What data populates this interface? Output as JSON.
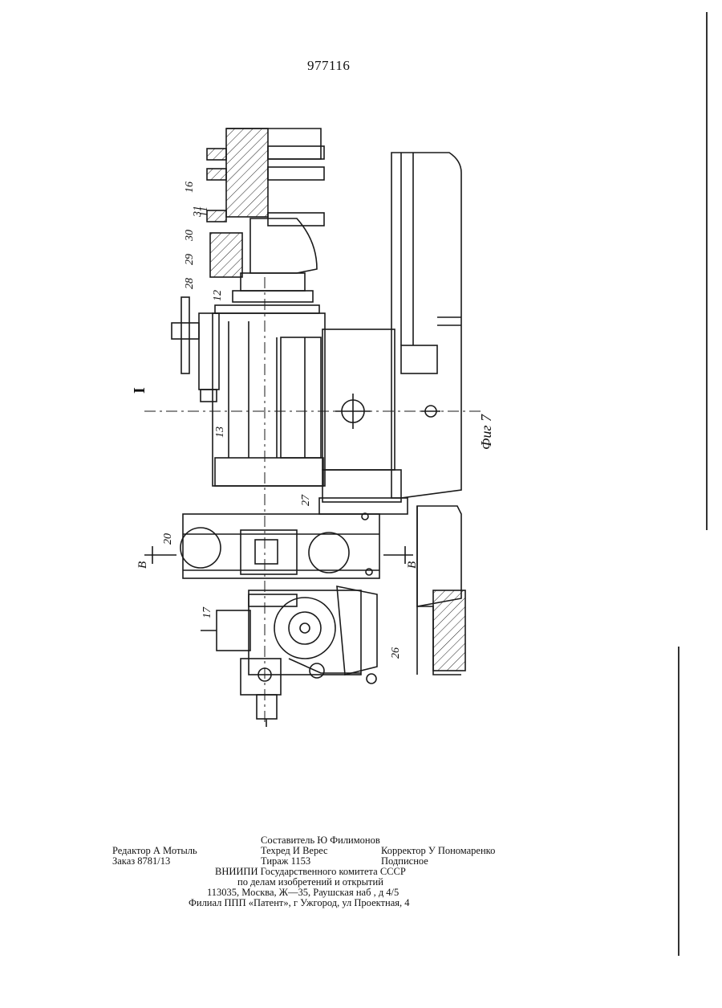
{
  "header": {
    "patent_number": "977116"
  },
  "figure": {
    "caption": "Фиг 7",
    "view_marker": "I",
    "section_marker_left": "B",
    "section_marker_right": "B",
    "part_labels": [
      "31",
      "16",
      "11",
      "30",
      "29",
      "28",
      "12",
      "13",
      "20",
      "27",
      "17",
      "26"
    ]
  },
  "footer": {
    "compiler": "Составитель Ю Филимонов",
    "editor": "Редактор А Мотыль",
    "techred": "Техред И Верес",
    "corrector": "Корректор У Пономаренко",
    "order": "Заказ 8781/13",
    "circulation": "Тираж 1153",
    "subscription": "Подписное",
    "org_line1": "ВНИИПИ Государственного комитета СССР",
    "org_line2": "по делам изобретений и открытий",
    "address": "113035, Москва, Ж—35, Раушская наб , д 4/5",
    "branch": "Филиал ППП «Патент», г Ужгород, ул Проектная, 4"
  }
}
